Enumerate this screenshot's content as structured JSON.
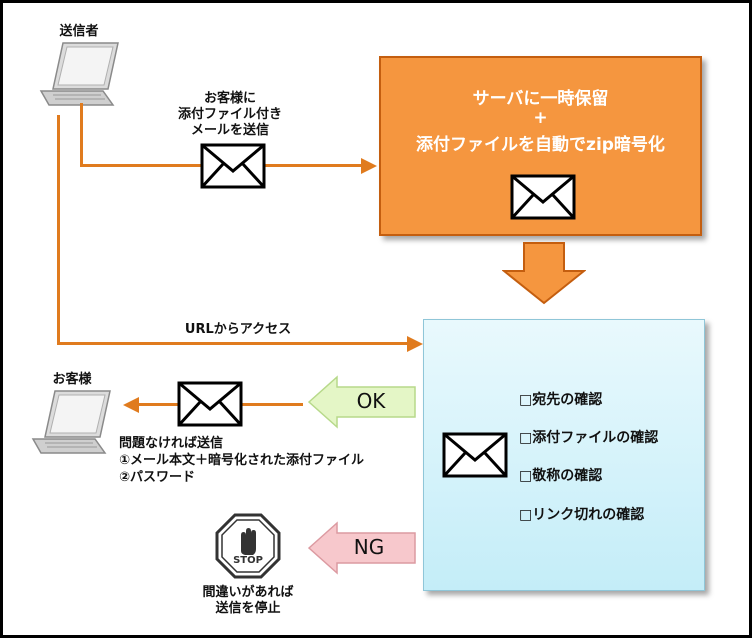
{
  "sender": {
    "label": "送信者"
  },
  "customer": {
    "label": "お客様"
  },
  "mail_note": {
    "lines": [
      "お客様に",
      "添付ファイル付き",
      "メールを送信"
    ]
  },
  "server": {
    "line1": "サーバに一時保留",
    "plus": "+",
    "line2": "添付ファイルを自動でzip暗号化"
  },
  "url_access": {
    "label": "URLからアクセス"
  },
  "ok_arrow": {
    "label": "OK",
    "color": "#e4f6c6"
  },
  "ng_arrow": {
    "label": "NG",
    "color": "#f7c8cc"
  },
  "checklist": {
    "items": [
      "□宛先の確認",
      "□添付ファイルの確認",
      "□敬称の確認",
      "□リンク切れの確認"
    ]
  },
  "send_note": {
    "lines": [
      "問題なければ送信",
      "①メール本文＋暗号化された添付ファイル",
      "②パスワード"
    ]
  },
  "stop_sign": {
    "text": "STOP"
  },
  "stop_note": {
    "lines": [
      "間違いがあれば",
      "送信を停止"
    ]
  },
  "colors": {
    "arrow": "#e07b1e",
    "server_fill": "#f5963f",
    "panel_fill": "#d6f3fb"
  }
}
